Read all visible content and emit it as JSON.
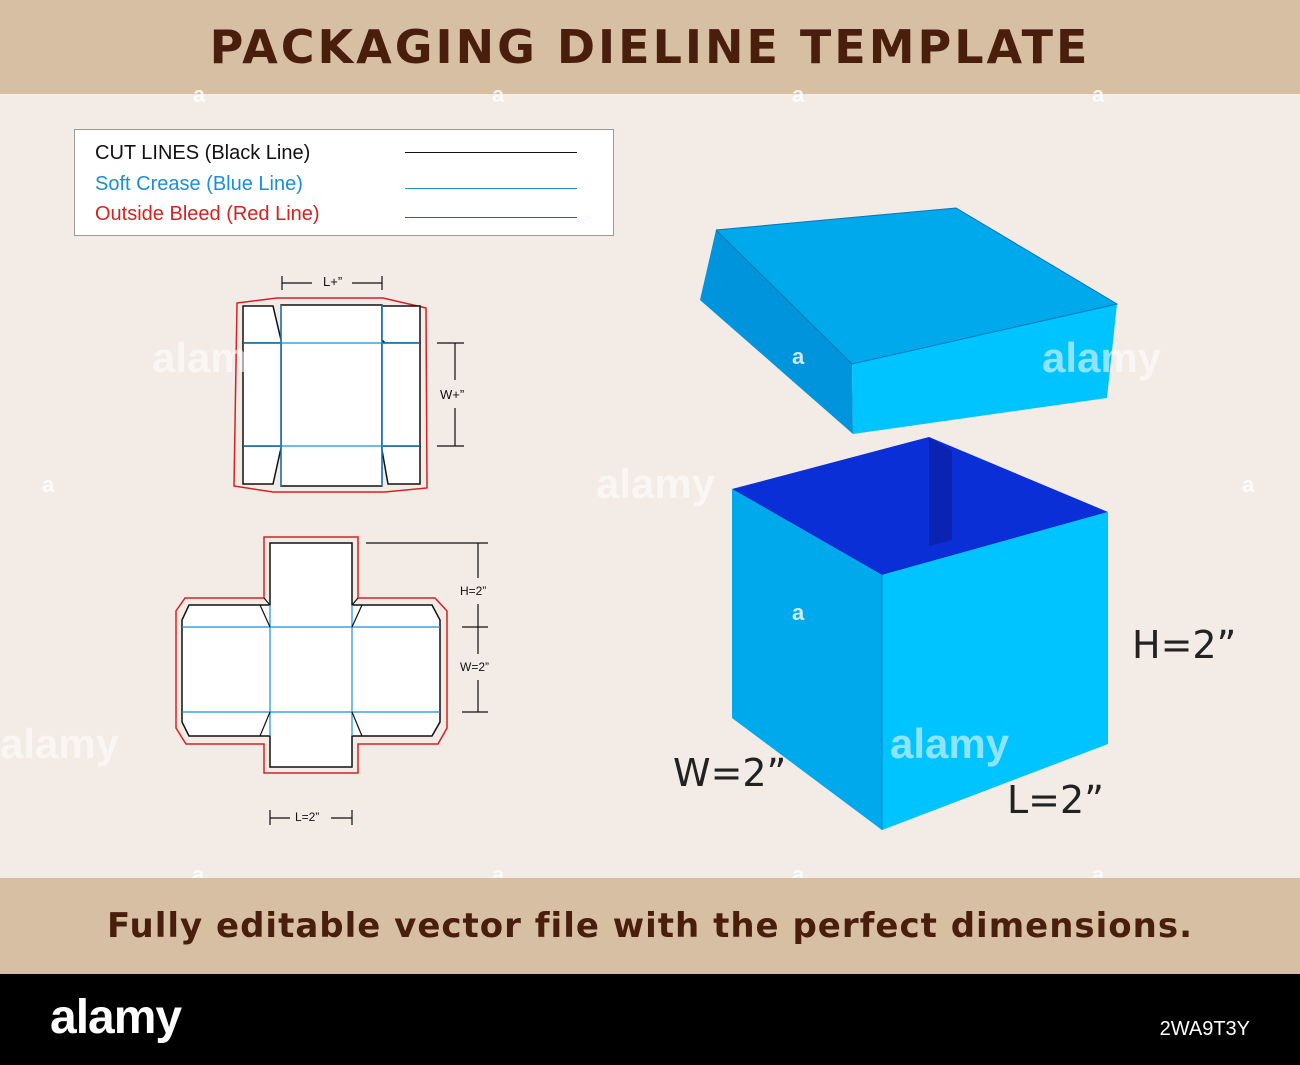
{
  "header": {
    "title": "PACKAGING DIELINE TEMPLATE"
  },
  "legend": {
    "items": [
      {
        "label": "CUT LINES (Black Line)",
        "color": "#111111"
      },
      {
        "label": "Soft Crease (Blue Line)",
        "color": "#1a8fd6"
      },
      {
        "label": "Outside Bleed (Red Line)",
        "color": "#d42222"
      }
    ]
  },
  "lid_dieline": {
    "length_label": "L+”",
    "width_label": "W+”"
  },
  "base_dieline": {
    "height_label": "H=2”",
    "width_label": "W=2”",
    "length_label": "L=2”"
  },
  "box_3d": {
    "height_label": "H=2”",
    "width_label": "W=2”",
    "length_label": "L=2”"
  },
  "footer": {
    "tagline": "Fully editable vector file with the perfect dimensions."
  },
  "brand": {
    "name": "alamy",
    "image_id": "2WA9T3Y",
    "watermark": "alamy",
    "watermark_mark": "a"
  },
  "colors": {
    "header_bg": "#d6bfa3",
    "header_text": "#4a1e0c",
    "canvas_bg": "#f2ebe6",
    "box_front": "#00c4ff",
    "box_side": "#00a8ec",
    "box_inside": "#0a2fd6",
    "cut": "#111111",
    "crease": "#1a8fd6",
    "bleed": "#d42222"
  }
}
